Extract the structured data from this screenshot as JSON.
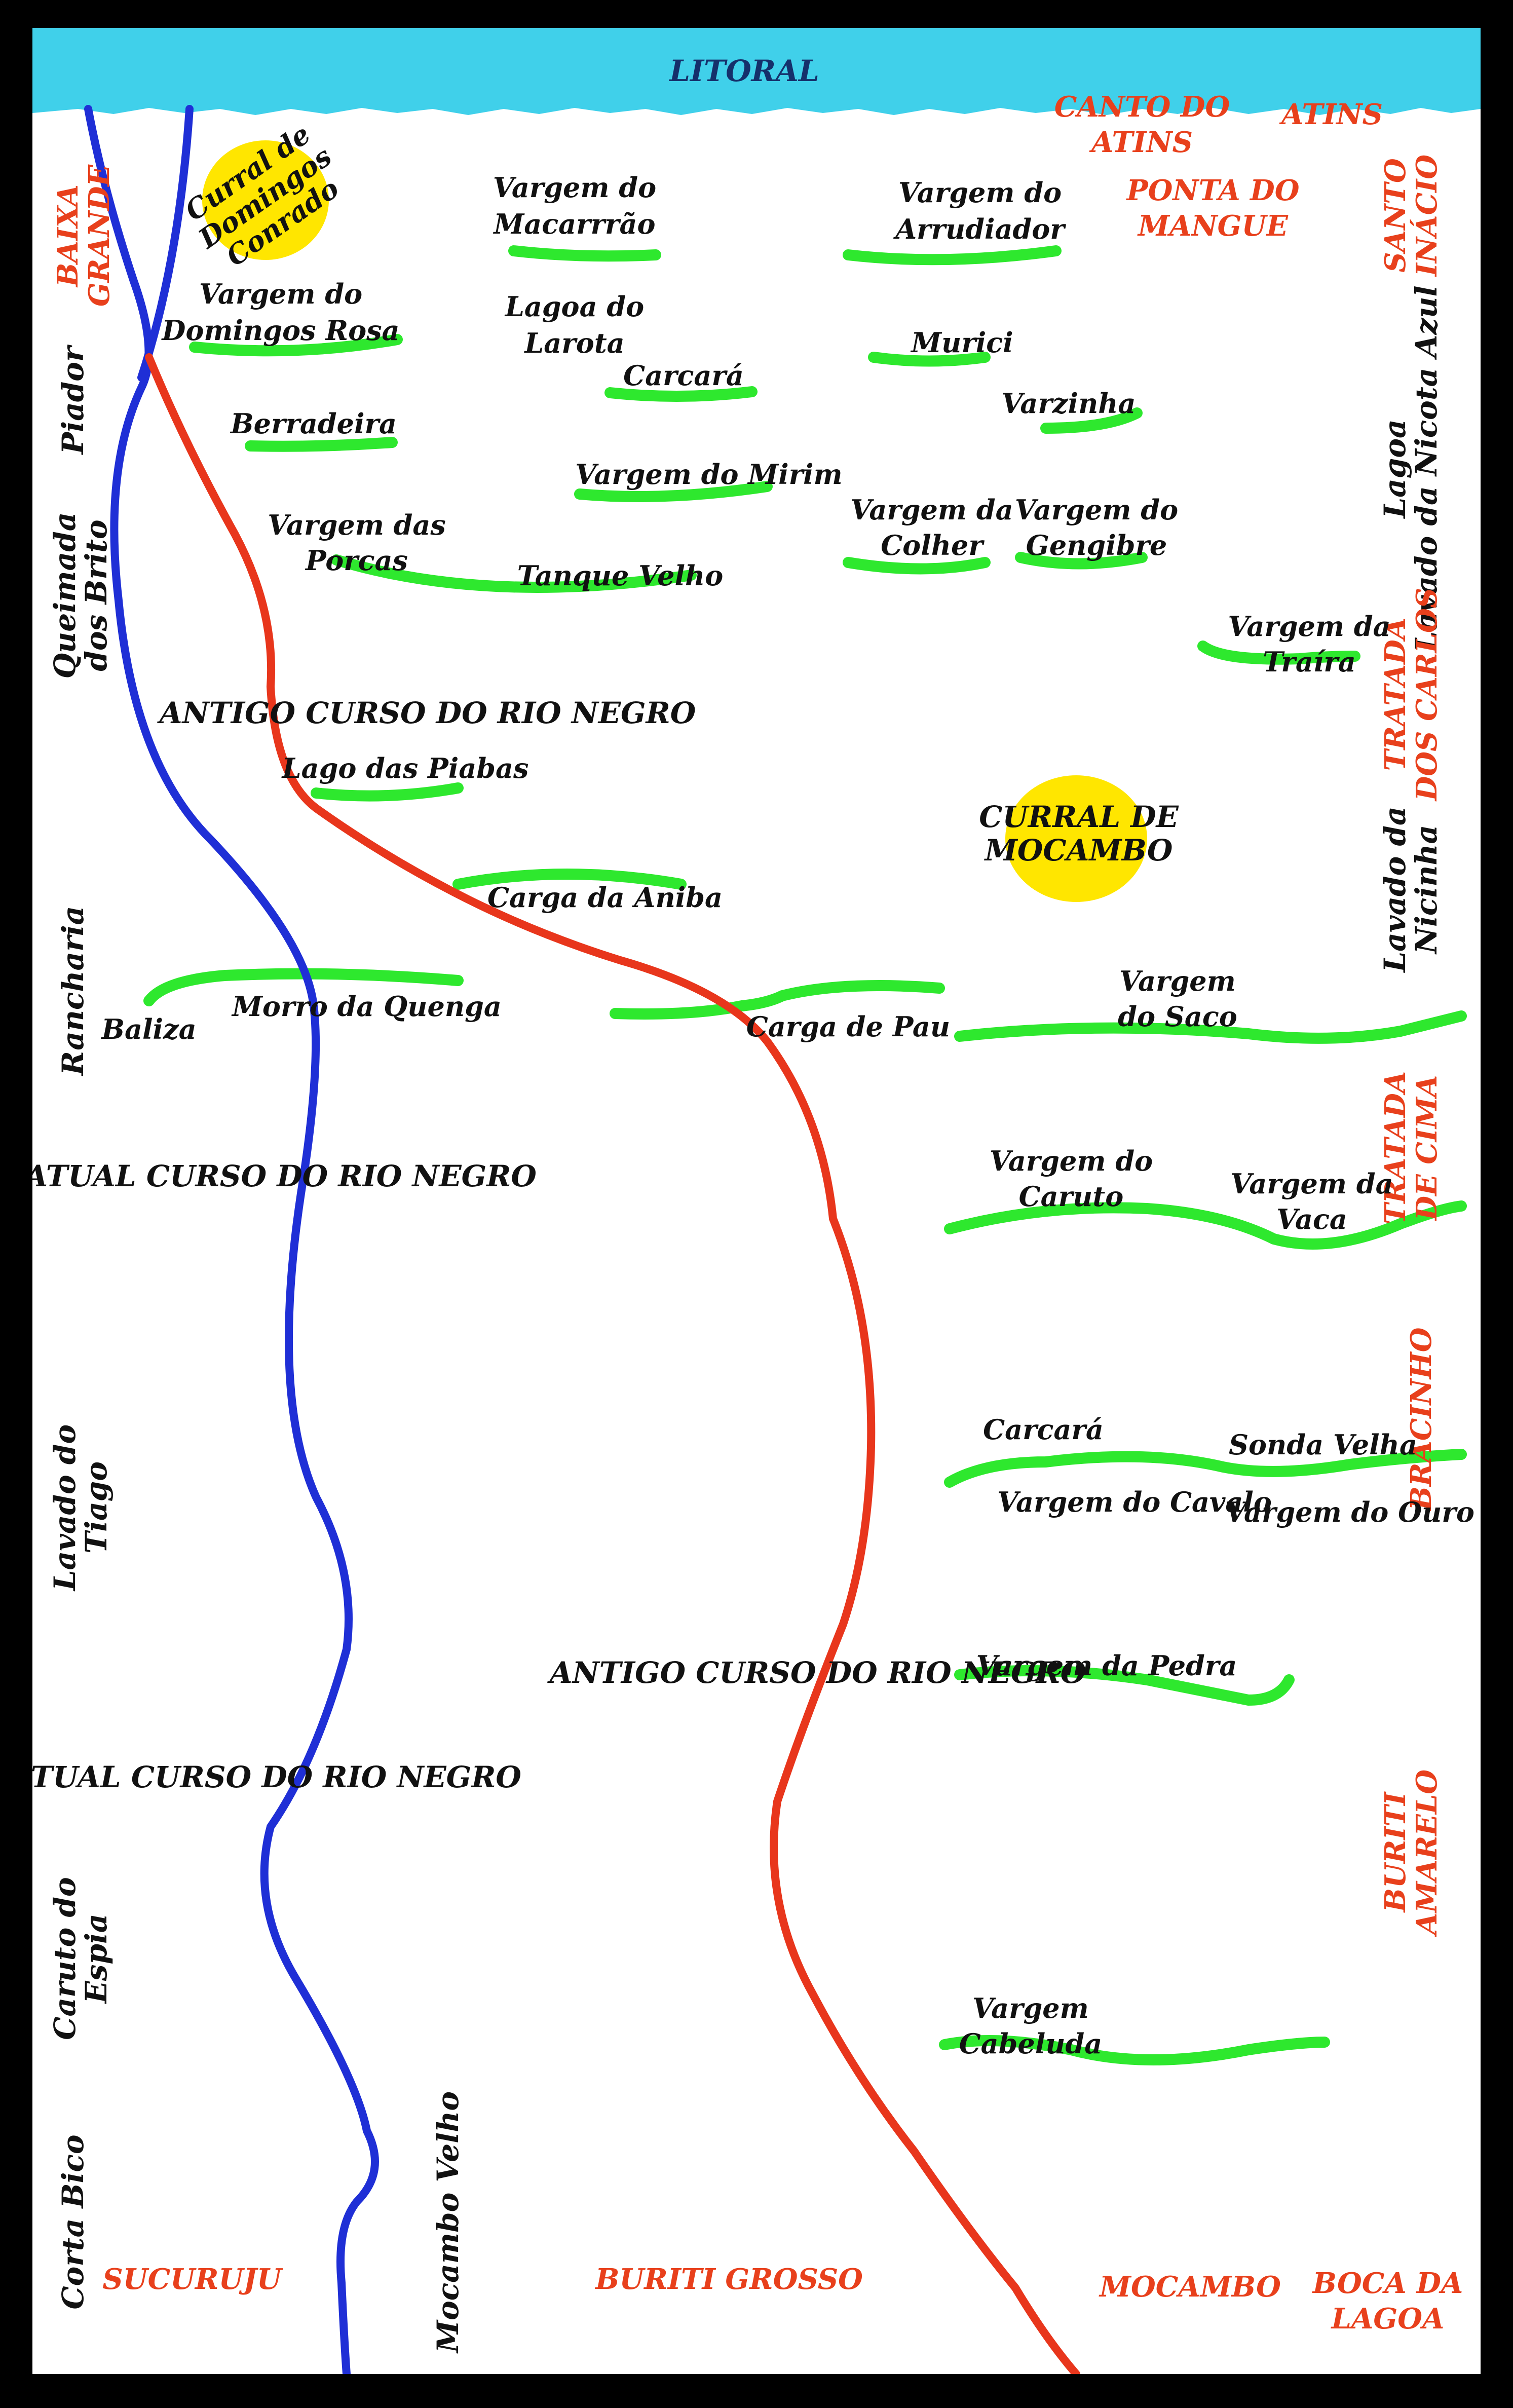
{
  "colors": {
    "frame": "#000000",
    "sea": "#40d0ea",
    "river_current": "#1f2fd6",
    "river_old": "#e8361c",
    "vargem": "#2ee82e",
    "corral": "#ffe600",
    "label_red": "#e8401c",
    "label_dark": "#111111"
  },
  "title": "LITORAL",
  "corrals": [
    {
      "lines": [
        "Curral de",
        "Domingos",
        "Conrado"
      ]
    },
    {
      "lines": [
        "CURRAL DE",
        "MOCAMBO"
      ]
    }
  ],
  "left_edge_labels": [
    {
      "lines": [
        "BAIXA",
        "GRANDE"
      ]
    },
    {
      "lines": [
        "Piador"
      ]
    },
    {
      "lines": [
        "Queimada",
        "dos Brito"
      ]
    },
    {
      "lines": [
        "Rancharia"
      ]
    },
    {
      "lines": [
        "Lavado do",
        "Tiago"
      ]
    },
    {
      "lines": [
        "Caruto do",
        "Espia"
      ]
    },
    {
      "lines": [
        "Corta Bico"
      ]
    }
  ],
  "right_edge_labels": [
    {
      "lines": [
        "SANTO",
        "INÁCIO"
      ]
    },
    {
      "lines": [
        "Lagoa",
        "Lavado da Nicota Azul"
      ]
    },
    {
      "lines": [
        "TRATADA",
        "DOS CARLOS"
      ]
    },
    {
      "lines": [
        "Lavado da",
        "Nicinha"
      ]
    },
    {
      "lines": [
        "TRATADA",
        "DE CIMA"
      ]
    },
    {
      "lines": [
        "BRACINHO"
      ]
    },
    {
      "lines": [
        "BURITI",
        "AMARELO"
      ]
    }
  ],
  "top_red_labels": [
    {
      "lines": [
        "CANTO DO",
        "ATINS"
      ]
    },
    {
      "lines": [
        "ATINS"
      ]
    },
    {
      "lines": [
        "PONTA DO",
        "MANGUE"
      ]
    }
  ],
  "bottom_red_labels": [
    {
      "lines": [
        "SUCURUJU"
      ]
    },
    {
      "lines": [
        "BURITI GROSSO"
      ]
    },
    {
      "lines": [
        "MOCAMBO"
      ]
    },
    {
      "lines": [
        "BOCA DA",
        "LAGOA"
      ]
    }
  ],
  "bottom_dark_labels": [
    {
      "lines": [
        "Mocambo Velho"
      ]
    }
  ],
  "river_labels": [
    {
      "lines": [
        "ANTIGO CURSO DO RIO NEGRO"
      ]
    },
    {
      "lines": [
        "ATUAL CURSO DO RIO NEGRO"
      ]
    },
    {
      "lines": [
        "ANTIGO CURSO DO RIO NEGRO"
      ]
    },
    {
      "lines": [
        "ATUAL CURSO DO RIO NEGRO"
      ]
    }
  ],
  "place_labels": [
    {
      "lines": [
        "Vargem do",
        "Macarrrão"
      ]
    },
    {
      "lines": [
        "Vargem do",
        "Arrudiador"
      ]
    },
    {
      "lines": [
        "Vargem do",
        "Domingos Rosa"
      ]
    },
    {
      "lines": [
        "Lagoa do",
        "Larota"
      ]
    },
    {
      "lines": [
        "Carcará"
      ]
    },
    {
      "lines": [
        "Murici"
      ]
    },
    {
      "lines": [
        "Varzinha"
      ]
    },
    {
      "lines": [
        "Berradeira"
      ]
    },
    {
      "lines": [
        "Vargem do Mirim"
      ]
    },
    {
      "lines": [
        "Vargem da",
        "Colher"
      ]
    },
    {
      "lines": [
        "Vargem do",
        "Gengibre"
      ]
    },
    {
      "lines": [
        "Vargem das",
        "Porcas"
      ]
    },
    {
      "lines": [
        "Tanque Velho"
      ]
    },
    {
      "lines": [
        "Vargem da",
        "Traíra"
      ]
    },
    {
      "lines": [
        "Lago das Piabas"
      ]
    },
    {
      "lines": [
        "Carga da Aniba"
      ]
    },
    {
      "lines": [
        "Morro da Quenga"
      ]
    },
    {
      "lines": [
        "Baliza"
      ]
    },
    {
      "lines": [
        "Carga de Pau"
      ]
    },
    {
      "lines": [
        "Vargem",
        "do Saco"
      ]
    },
    {
      "lines": [
        "Vargem do",
        "Caruto"
      ]
    },
    {
      "lines": [
        "Vargem da",
        "Vaca"
      ]
    },
    {
      "lines": [
        "Carcará"
      ]
    },
    {
      "lines": [
        "Sonda Velha"
      ]
    },
    {
      "lines": [
        "Vargem do Cavalo"
      ]
    },
    {
      "lines": [
        "Vargem do Ouro"
      ]
    },
    {
      "lines": [
        "Vargem da Pedra"
      ]
    },
    {
      "lines": [
        "Vargem",
        "Cabeluda"
      ]
    }
  ]
}
